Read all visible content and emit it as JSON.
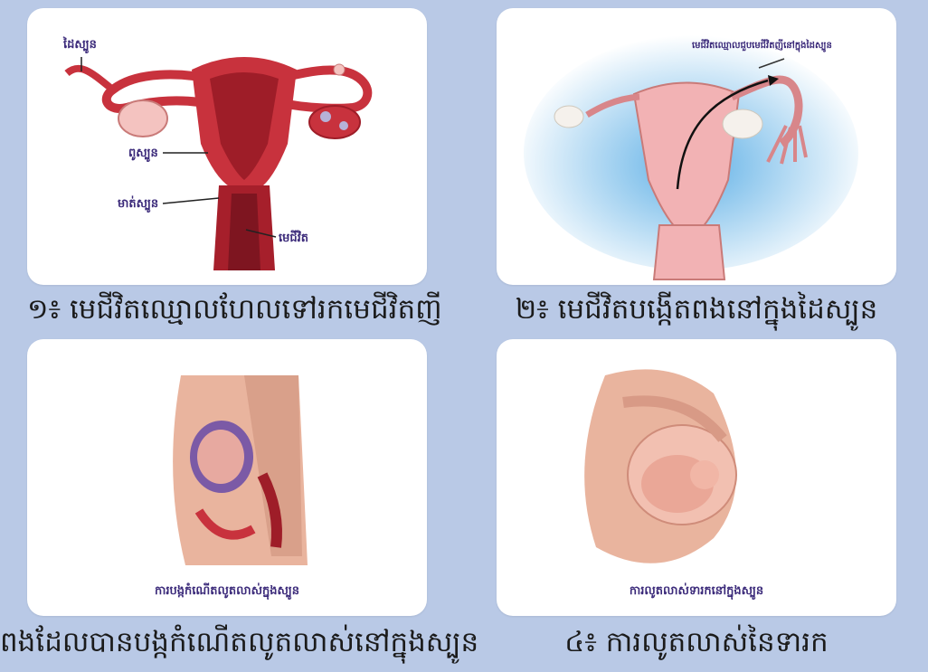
{
  "panels": [
    {
      "caption": "១៖ មេជីវិតឈ្មោលហែលទៅរកមេជីវិតញី",
      "labels": {
        "tube": "ដៃស្បូន",
        "uterus": "ពូស្បូន",
        "cervix": "មាត់ស្បូន",
        "sperm": "មេជីវិត"
      }
    },
    {
      "caption": "២៖ មេជីវិតបង្កើតពងនៅក្នុងដៃស្បូន",
      "labels": {
        "note": "មេជីវិតឈ្មោលជួបមេជីវិតញីនៅក្នុងដៃស្បូន"
      }
    },
    {
      "caption": "ពងដែលបានបង្កកំណើតលូតលាស់នៅក្នុងស្បូន",
      "inner_caption": "ការបង្កកំណើតលូតលាស់ក្នុងស្បូន"
    },
    {
      "caption": "៤៖ ការលូតលាស់នៃទារក",
      "inner_caption": "ការលូតលាស់ទារកនៅក្នុងស្បូន"
    }
  ],
  "colors": {
    "background": "#b9c9e6",
    "card": "#ffffff",
    "uterus_dark": "#9e1d28",
    "uterus_mid": "#c8323d",
    "ovary": "#f4c3c0",
    "sky": "#79bce8",
    "skin": "#e9b49e",
    "label": "#3b2a7a"
  }
}
